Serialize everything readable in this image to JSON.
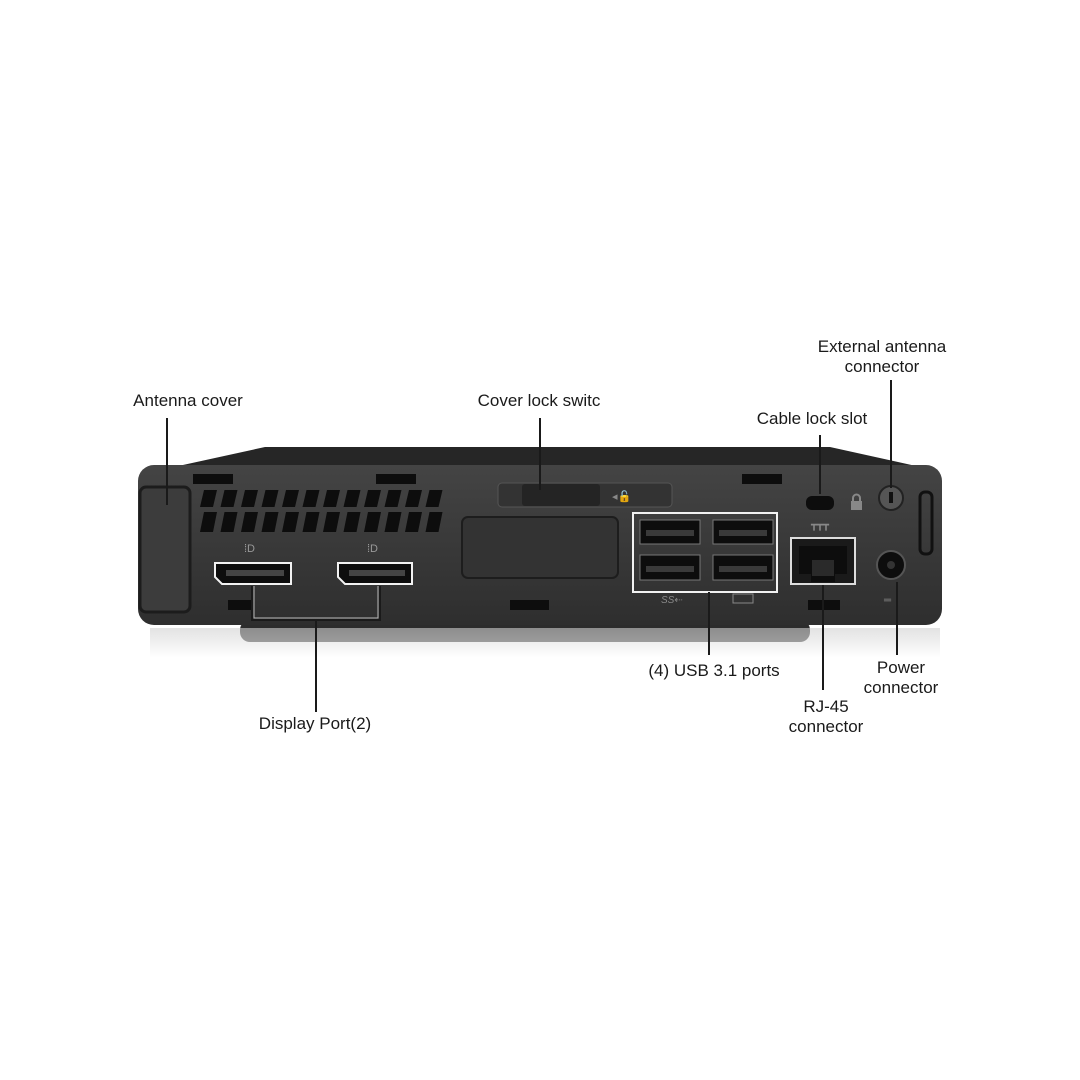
{
  "title": "Mini PC rear panel",
  "labels": {
    "antenna_cover": "Antenna cover",
    "cover_lock_switch": "Cover lock switc",
    "cable_lock_slot": "Cable lock slot",
    "external_antenna_line1": "External antenna",
    "external_antenna_line2": "connector",
    "display_port": "Display Port(2)",
    "usb_ports": "(4) USB 3.1 ports",
    "rj45_line1": "RJ-45",
    "rj45_line2": "connector",
    "power_line1": "Power",
    "power_line2": "connector"
  },
  "colors": {
    "chassis": "#3a3a3a",
    "chassis_top": "#2a2a2a",
    "port_black": "#0d0d0d",
    "callout_line": "#1a1a1a",
    "highlight": "#f2f2f2"
  }
}
